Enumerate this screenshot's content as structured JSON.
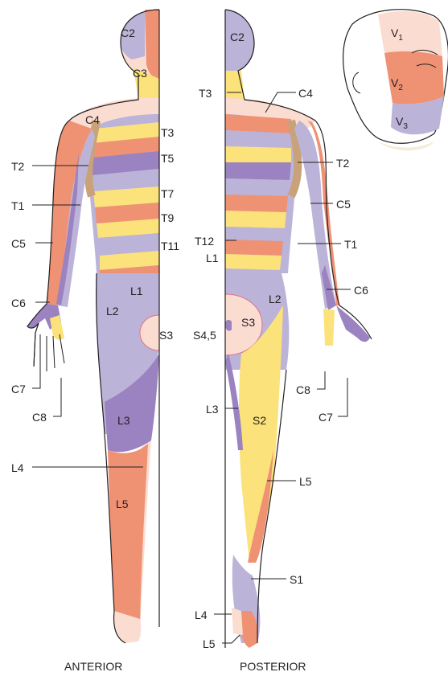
{
  "colors": {
    "lavender": "#bcb3d9",
    "purple": "#9b82c0",
    "salmon": "#ef9173",
    "yellow": "#fbe27a",
    "peach": "#fbdcd0",
    "tan": "#c9a27a",
    "outline": "#231f20"
  },
  "views": {
    "anterior": "ANTERIOR",
    "posterior": "POSTERIOR"
  },
  "labels": {
    "ant_c2": "C2",
    "ant_c3": "C3",
    "ant_c4": "C4",
    "ant_t3": "T3",
    "ant_t5": "T5",
    "ant_t7": "T7",
    "ant_t9": "T9",
    "ant_t11": "T11",
    "ant_t2": "T2",
    "ant_t1": "T1",
    "ant_c5": "C5",
    "ant_c6": "C6",
    "ant_l1": "L1",
    "ant_l2": "L2",
    "ant_s3": "S3",
    "ant_c7": "C7",
    "ant_c8": "C8",
    "ant_l3": "L3",
    "ant_l4": "L4",
    "ant_l5": "L5",
    "post_c2": "C2",
    "post_c4": "C4",
    "post_t3": "T3",
    "post_t2": "T2",
    "post_c5": "C5",
    "post_t12": "T12",
    "post_l1": "L1",
    "post_t1": "T1",
    "post_l2": "L2",
    "post_c6": "C6",
    "post_s3": "S3",
    "post_s45": "S4,5",
    "post_c8": "C8",
    "post_l3": "L3",
    "post_s2": "S2",
    "post_c7": "C7",
    "post_l5_leg": "L5",
    "post_s1": "S1",
    "post_l4": "L4",
    "post_l5_foot": "L5",
    "face_v1": "V",
    "face_v1_sub": "1",
    "face_v2": "V",
    "face_v2_sub": "2",
    "face_v3": "V",
    "face_v3_sub": "3"
  }
}
